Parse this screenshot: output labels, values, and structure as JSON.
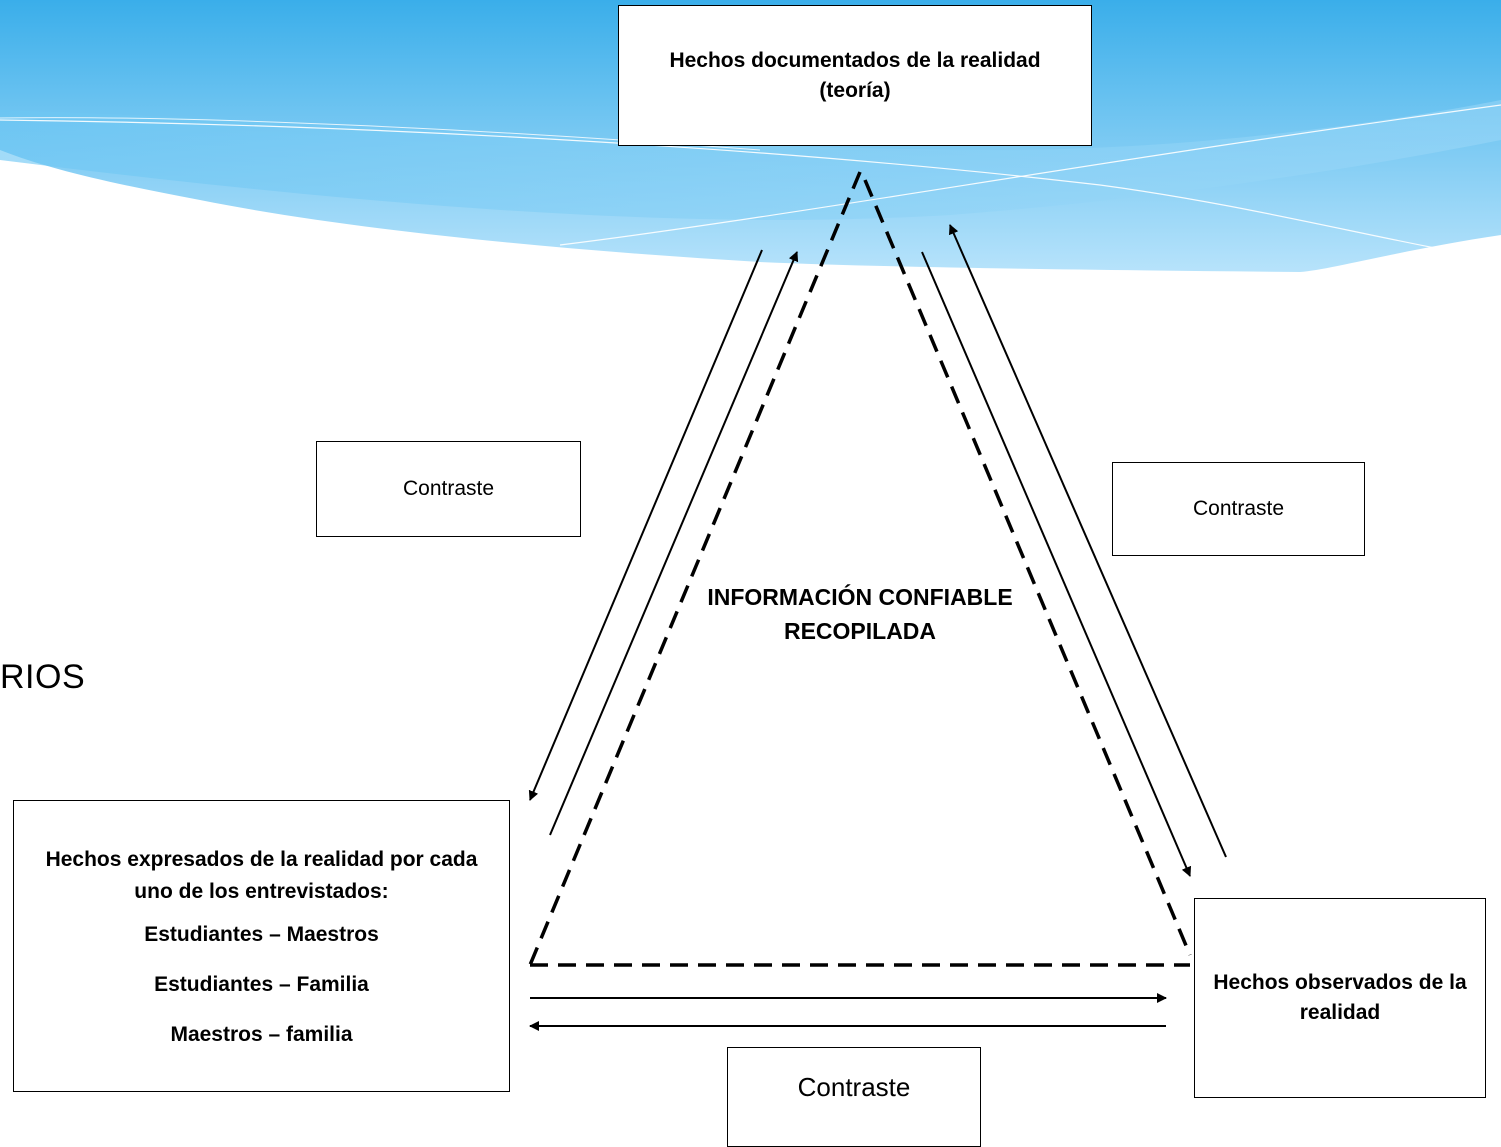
{
  "nodes": {
    "documented": "Hechos documentados de la realidad (teoría)",
    "expressed": {
      "line1": "Hechos expresados de la realidad por cada uno de los entrevistados:",
      "line2": "Estudiantes – Maestros",
      "line3": "Estudiantes – Familia",
      "line4": "Maestros – familia"
    },
    "observed": "Hechos observados de la realidad"
  },
  "center": "INFORMACIÓN CONFIABLE RECOPILADA",
  "contrast_labels": {
    "left": "Contraste",
    "right": "Contraste",
    "bottom": "Contraste"
  },
  "partial_text": "RIOS",
  "colors": {
    "banner_dark": "#3aaeea",
    "banner_light": "#b7e3fb",
    "line": "#000000"
  }
}
